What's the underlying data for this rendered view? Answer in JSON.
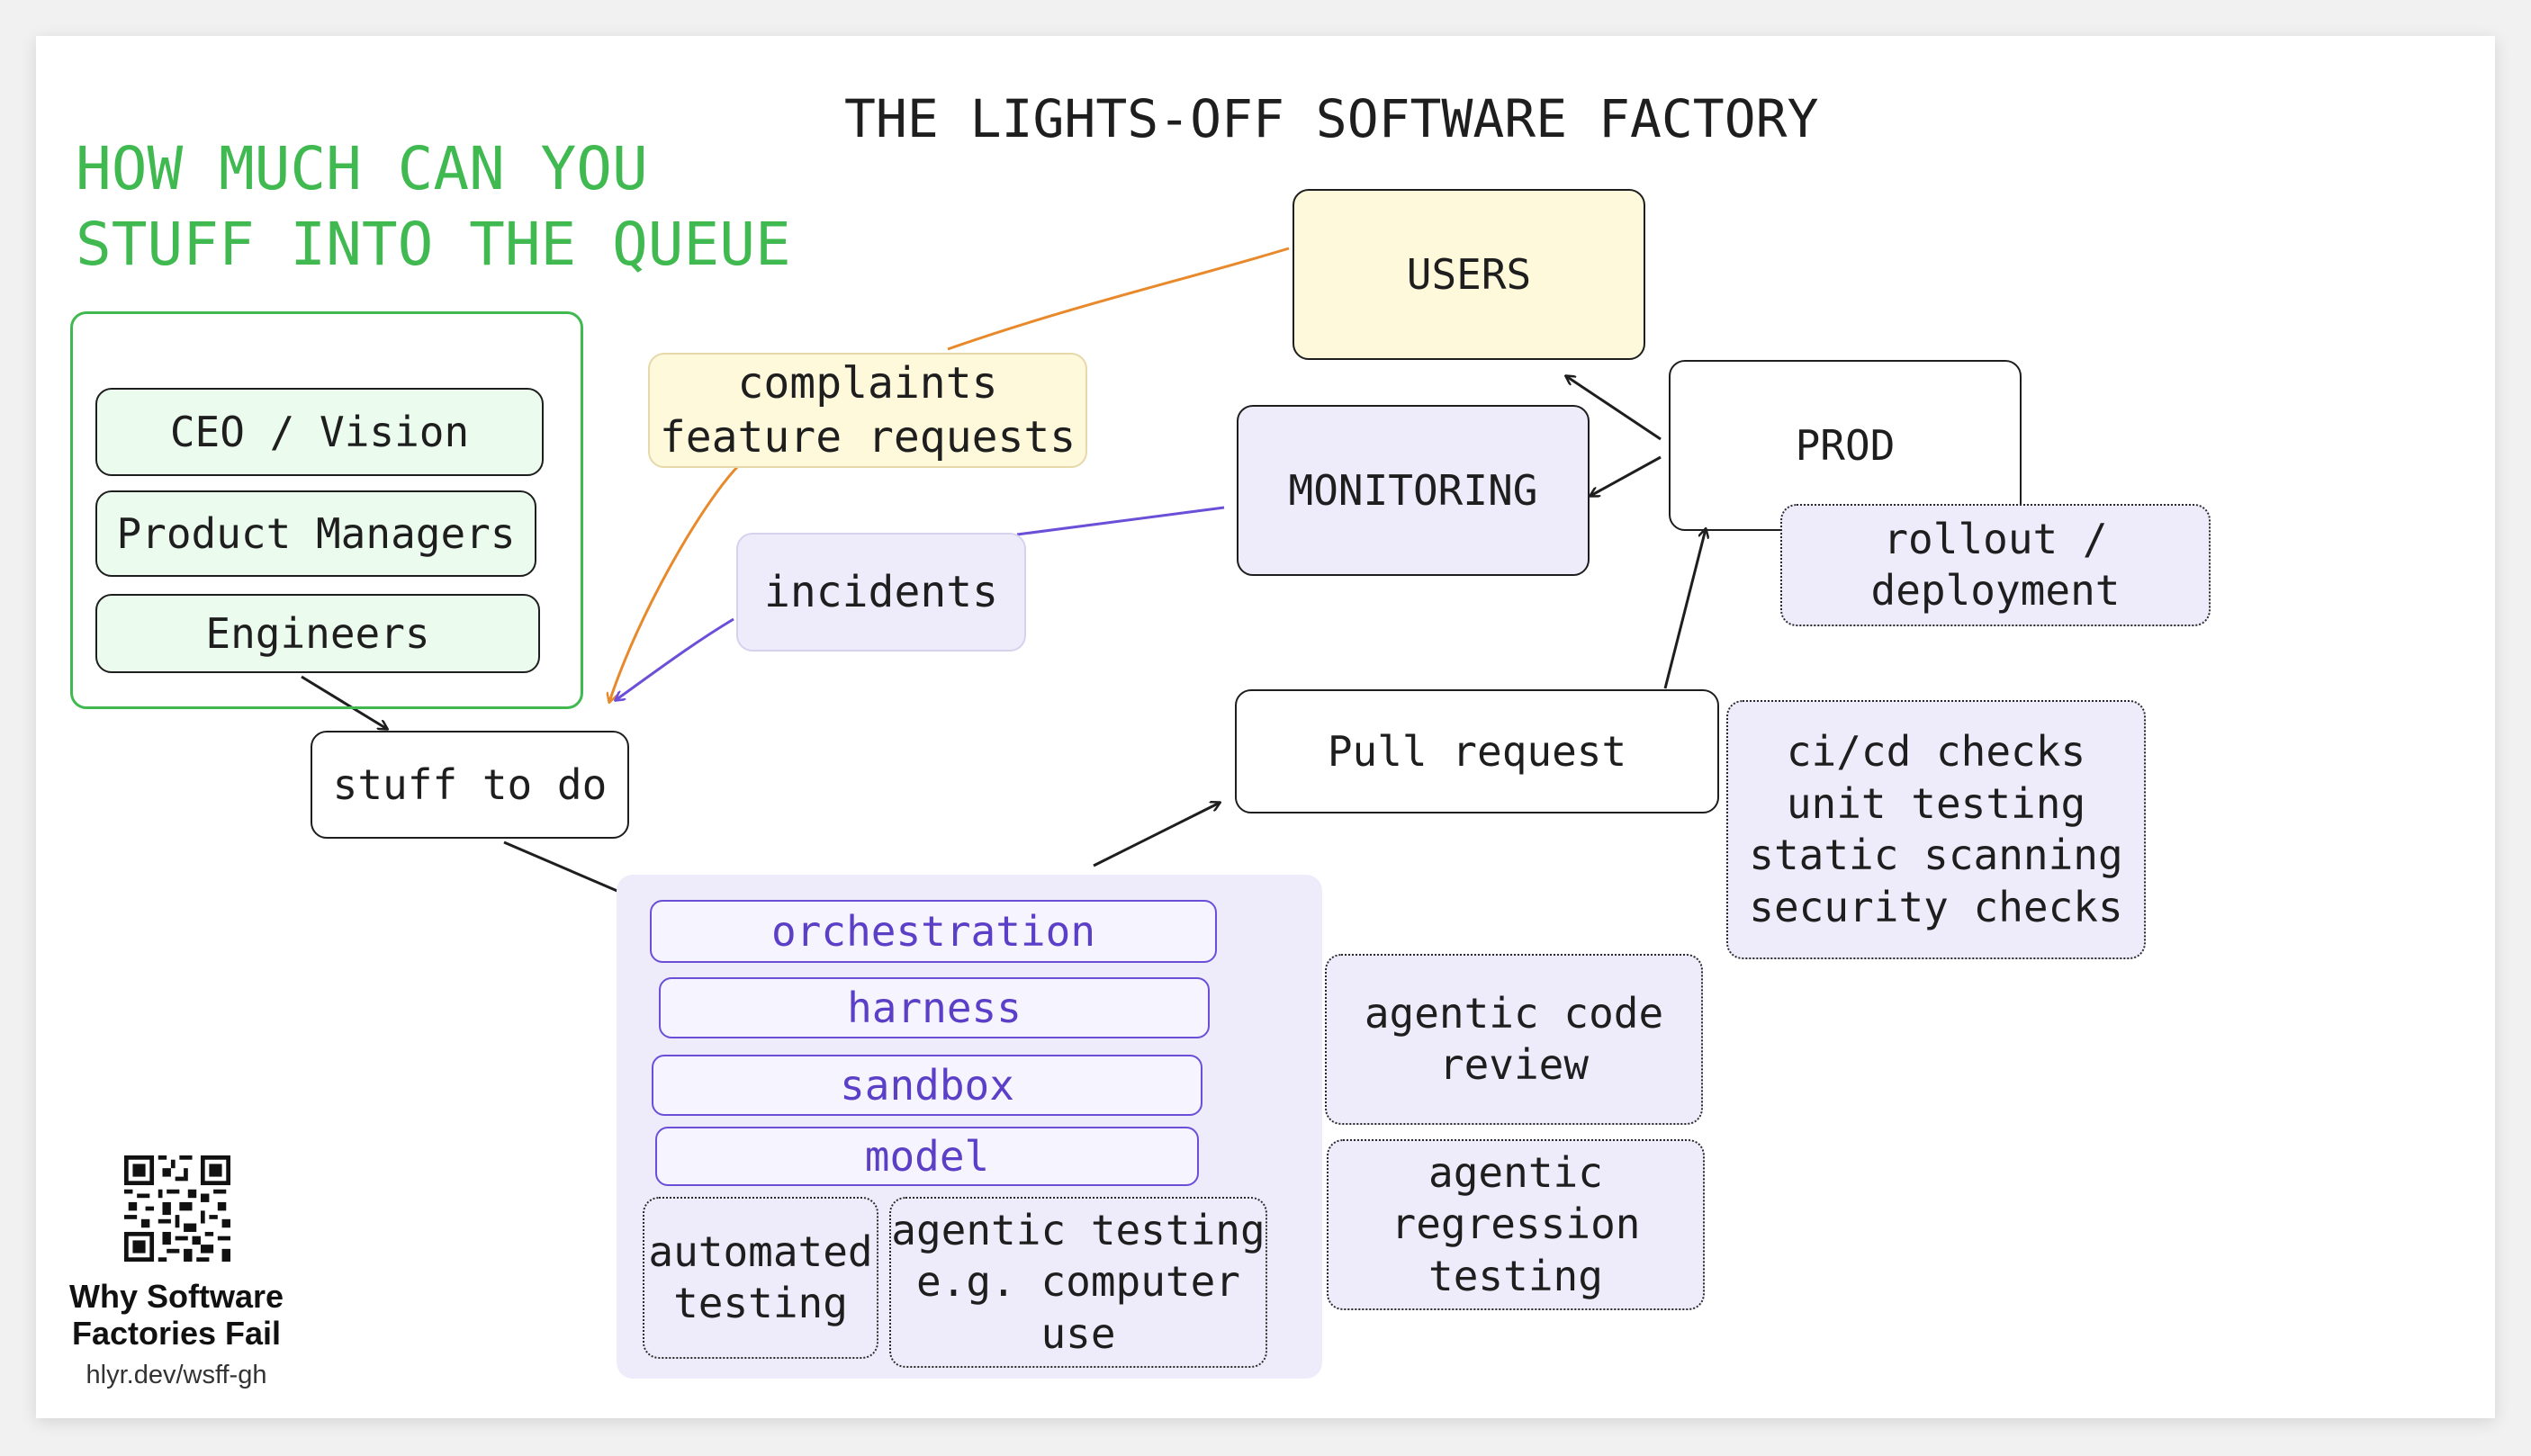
{
  "title": "THE LIGHTS-OFF SOFTWARE FACTORY",
  "queue_heading": "HOW MUCH CAN YOU\nSTUFF INTO THE QUEUE",
  "sources": [
    "CEO / Vision",
    "Product Managers",
    "Engineers"
  ],
  "stuff_to_do": "stuff to do",
  "stack": [
    "orchestration",
    "harness",
    "sandbox",
    "model"
  ],
  "automated_testing": "automated\ntesting",
  "agentic_testing": "agentic testing\ne.g. computer\nuse",
  "agentic_code_review": "agentic code\nreview",
  "agentic_regression_testing": "agentic\nregression\ntesting",
  "pull_request": "Pull request",
  "ci_checks": "ci/cd checks\nunit testing\nstatic scanning\nsecurity checks",
  "prod": "PROD",
  "rollout": "rollout /\ndeployment",
  "monitoring": "MONITORING",
  "users": "USERS",
  "complaints": "complaints\nfeature requests",
  "incidents": "incidents",
  "qr": {
    "title": "Why Software\nFactories Fail",
    "url": "hlyr.dev/wsff-gh",
    "icon": "qr-code-icon"
  },
  "colors": {
    "green_accent": "#3fb950",
    "purple_accent": "#6b4fd8",
    "orange_arrow": "#e8892b",
    "lavender_fill": "#eeecfb",
    "cream_fill": "#fff9db",
    "mint_fill": "#ebfbee"
  }
}
